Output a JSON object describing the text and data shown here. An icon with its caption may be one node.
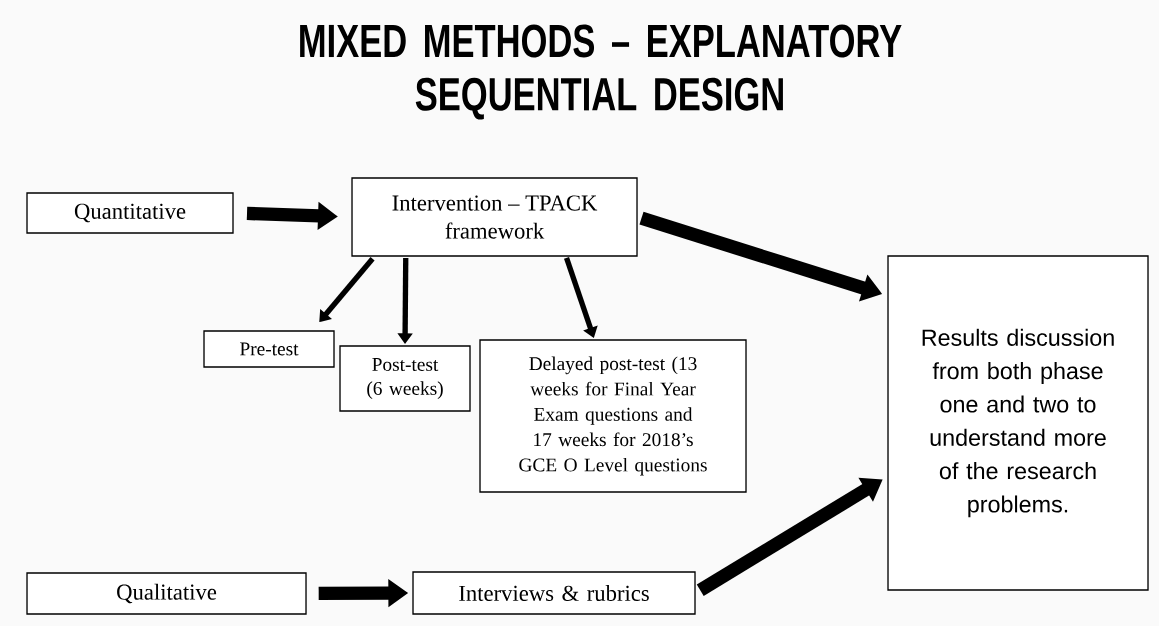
{
  "diagram": {
    "title": "MIXED METHODS – EXPLANATORY SEQUENTIAL DESIGN",
    "nodes": [
      {
        "text": [
          "Quantitative"
        ]
      },
      {
        "text": [
          "Intervention – TPACK framework"
        ]
      },
      {
        "text": [
          "Pre-test"
        ]
      },
      {
        "text": [
          "Post-test (6 weeks)"
        ]
      },
      {
        "text": [
          "Delayed post-test (13 weeks for Final Year Exam questions and 17 weeks for 2018’s GCE O Level questions"
        ]
      },
      {
        "text": [
          "Results discussion from both phase one and two to understand more of the research problems."
        ]
      },
      {
        "text": [
          "Qualitative"
        ]
      },
      {
        "text": [
          "Interviews & rubrics"
        ]
      }
    ],
    "edges": [
      {
        "from": 0,
        "to": 1,
        "arrow": "to"
      },
      {
        "from": 1,
        "to": 2,
        "arrow": "to"
      },
      {
        "from": 1,
        "to": 3,
        "arrow": "to"
      },
      {
        "from": 1,
        "to": 4,
        "arrow": "to"
      },
      {
        "from": 1,
        "to": 5,
        "arrow": "to"
      },
      {
        "from": 6,
        "to": 7,
        "arrow": "to"
      },
      {
        "from": 7,
        "to": 5,
        "arrow": "to"
      }
    ]
  }
}
